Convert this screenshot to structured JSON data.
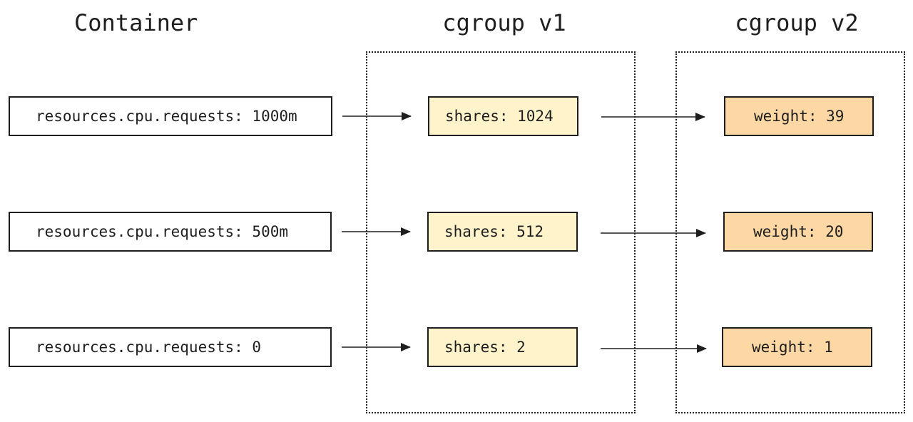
{
  "titles": {
    "container": "Container",
    "cgroup_v1": "cgroup v1",
    "cgroup_v2": "cgroup v2"
  },
  "rows": [
    {
      "request": "resources.cpu.requests: 1000m",
      "shares": "shares: 1024",
      "weight": "weight: 39"
    },
    {
      "request": "resources.cpu.requests: 500m",
      "shares": "shares: 512",
      "weight": "weight: 20"
    },
    {
      "request": "resources.cpu.requests: 0",
      "shares": "shares: 2",
      "weight": "weight: 1"
    }
  ],
  "colors": {
    "stroke": "#1e1e1e",
    "request_fill": "#ffffff",
    "shares_fill": "#fff3cc",
    "weight_fill": "#fed8a4"
  }
}
